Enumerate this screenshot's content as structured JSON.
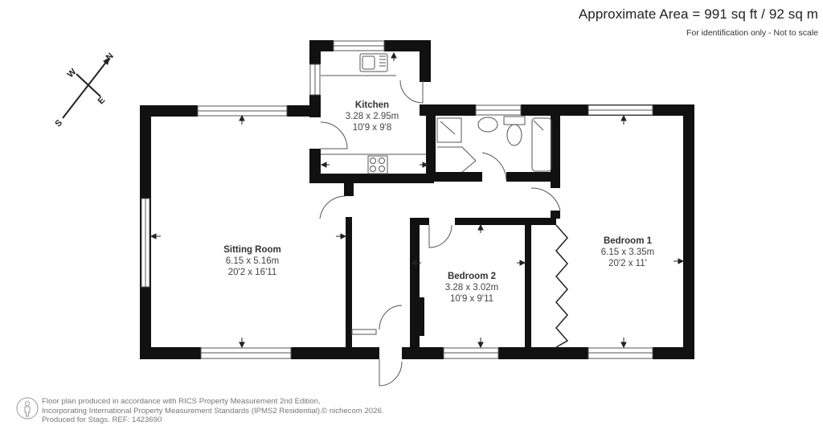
{
  "header": {
    "approximate_area": "Approximate Area = 991 sq ft / 92 sq m",
    "disclaimer": "For identification only - Not to scale"
  },
  "compass": {
    "north": "N",
    "south": "S",
    "east": "E",
    "west": "W"
  },
  "rooms": [
    {
      "name": "Kitchen",
      "metric": "3.28 x 2.95m",
      "imperial": "10'9 x 9'8"
    },
    {
      "name": "Sitting Room",
      "metric": "6.15 x 5.16m",
      "imperial": "20'2 x 16'11"
    },
    {
      "name": "Bedroom 1",
      "metric": "6.15 x 3.35m",
      "imperial": "20'2 x 11'"
    },
    {
      "name": "Bedroom 2",
      "metric": "3.28 x 3.02m",
      "imperial": "10'9 x 9'11"
    }
  ],
  "footer": {
    "line1": "Floor plan produced in accordance with RICS Property Measurement 2nd Edition,",
    "line2": "Incorporating International Property Measurement Standards (IPMS2 Residential).",
    "copyright": "© nichecom 2026.",
    "line3": "Produced for Stags.   REF: 1423690",
    "icon": "person-outline-icon"
  }
}
